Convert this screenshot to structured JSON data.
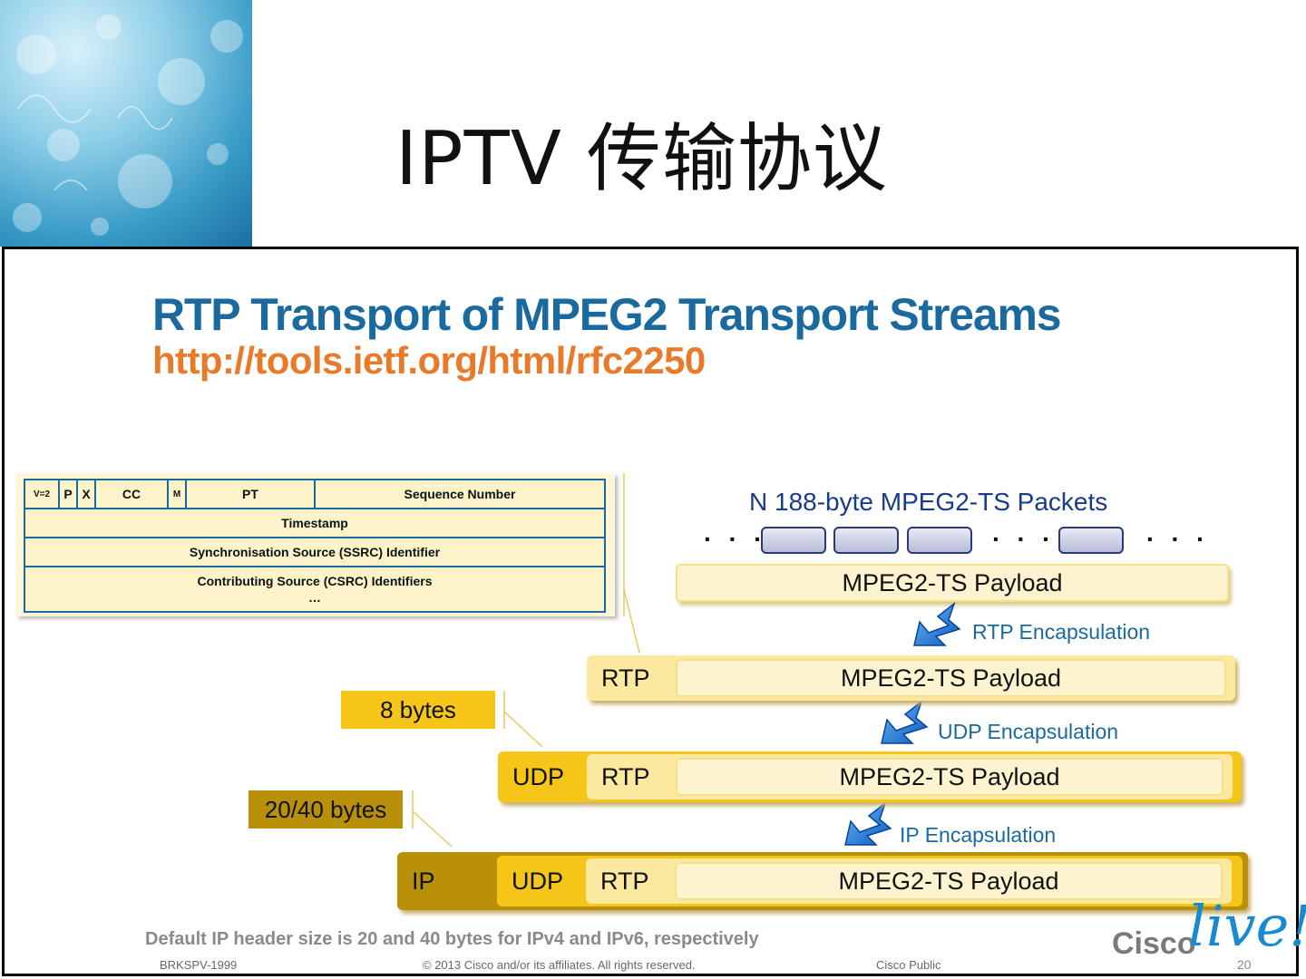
{
  "slide": {
    "title": "IPTV 传输协议"
  },
  "inner": {
    "title": "RTP Transport of MPEG2 Transport Streams",
    "url": "http://tools.ietf.org/html/rfc2250"
  },
  "rtp_header": {
    "row1": [
      "V=2",
      "P",
      "X",
      "CC",
      "M",
      "PT",
      "Sequence Number"
    ],
    "row2": "Timestamp",
    "row3": "Synchronisation Source (SSRC) Identifier",
    "row4": "Contributing Source (CSRC) Identifiers",
    "row4_ellipsis": "…"
  },
  "packets_label": "N 188-byte MPEG2-TS Packets",
  "dots": ". . .",
  "layers": {
    "payload": "MPEG2-TS Payload",
    "rtp": "RTP",
    "udp": "UDP",
    "ip": "IP"
  },
  "encapsulation": {
    "rtp": "RTP Encapsulation",
    "udp": "UDP Encapsulation",
    "ip": "IP Encapsulation"
  },
  "sizes": {
    "udp": "8 bytes",
    "ip": "20/40 bytes"
  },
  "footnote": "Default IP header size is 20 and 40 bytes for IPv4 and IPv6, respectively",
  "footer": {
    "session": "BRKSPV-1999",
    "copyright": "© 2013 Cisco and/or its affiliates. All rights reserved.",
    "classification": "Cisco Public",
    "page": "20"
  },
  "brand": {
    "cisco": "Cisco",
    "live": "live!"
  },
  "colors": {
    "title_blue": "#1a6aa0",
    "url_orange": "#e87a2a",
    "payload_fill": "#fdf4cf",
    "rtp_fill": "#fbe9a0",
    "udp_fill": "#f5c518",
    "ip_fill": "#b8900a",
    "arrow_blue": "#1a7ad0"
  }
}
